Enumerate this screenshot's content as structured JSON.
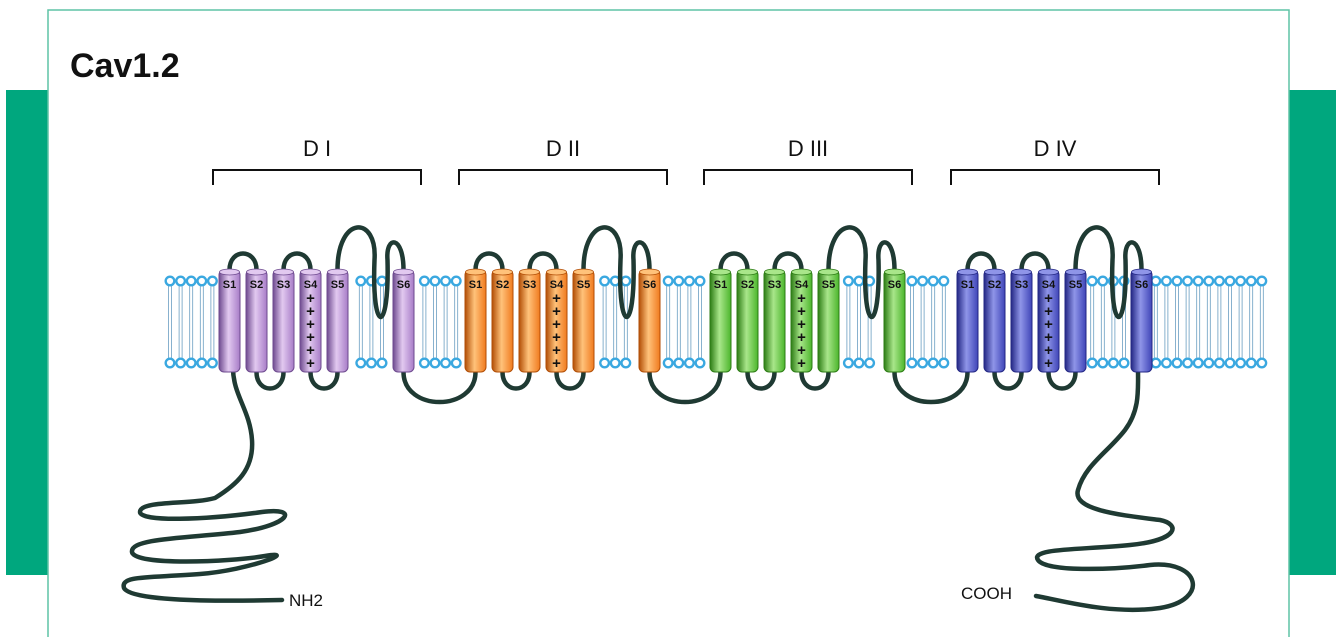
{
  "title": "Cav1.2",
  "colors": {
    "frame_green": "#00a77e",
    "frame_border": "#5fc3a6",
    "membrane_head": "#3aa8e0",
    "chain": "#1f3a33"
  },
  "domains": [
    {
      "label": "D I",
      "color": "#a77cc7",
      "light": "#e2c9f0",
      "dark": "#6e4a8f",
      "segments": [
        "S1",
        "S2",
        "S3",
        "S4",
        "S5",
        "S6"
      ]
    },
    {
      "label": "D II",
      "color": "#f07a1e",
      "light": "#ffc27a",
      "dark": "#b24e06",
      "segments": [
        "S1",
        "S2",
        "S3",
        "S4",
        "S5",
        "S6"
      ]
    },
    {
      "label": "D III",
      "color": "#4bb52c",
      "light": "#a9e68a",
      "dark": "#2c7c14",
      "segments": [
        "S1",
        "S2",
        "S3",
        "S4",
        "S5",
        "S6"
      ]
    },
    {
      "label": "D IV",
      "color": "#3f45b8",
      "light": "#8f95e8",
      "dark": "#232784",
      "segments": [
        "S1",
        "S2",
        "S3",
        "S4",
        "S5",
        "S6"
      ]
    }
  ],
  "s4_charge": "+",
  "termini": {
    "n": "NH2",
    "c": "COOH"
  }
}
